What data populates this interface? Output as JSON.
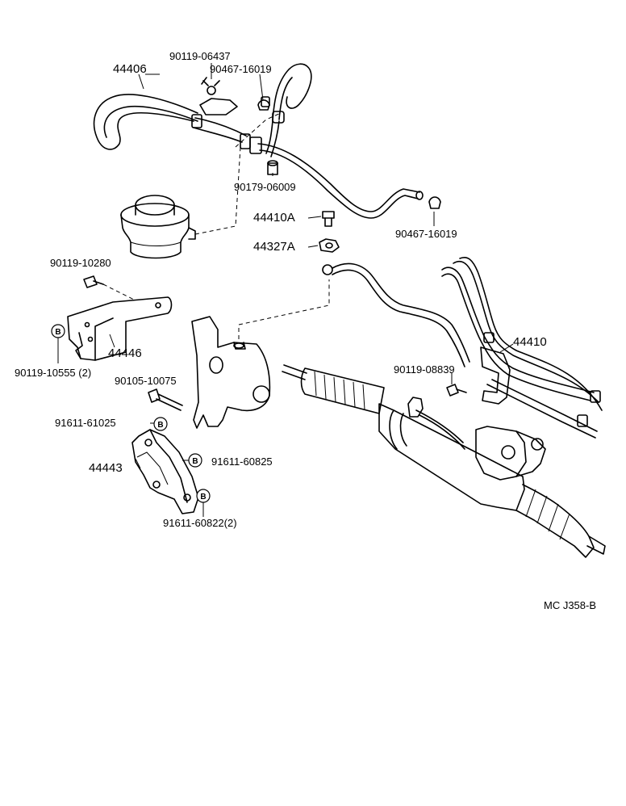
{
  "labels": {
    "p_44406": "44406",
    "p_90119_06437": "90119-06437",
    "p_90467_16019_a": "90467-16019",
    "p_90179_06009": "90179-06009",
    "p_90467_16019_b": "90467-16019",
    "p_44410A": "44410A",
    "p_44327A": "44327A",
    "p_90119_10280": "90119-10280",
    "p_44446": "44446",
    "p_90119_10555": "90119-10555 (2)",
    "p_90105_10075": "90105-10075",
    "p_44410": "44410",
    "p_90119_08839": "90119-08839",
    "p_91611_61025": "91611-61025",
    "p_44443": "44443",
    "p_91611_60825": "91611-60825",
    "p_91611_60822": "91611-60822(2)",
    "ref_code": "MC J358-B"
  },
  "callout_letter": "B"
}
